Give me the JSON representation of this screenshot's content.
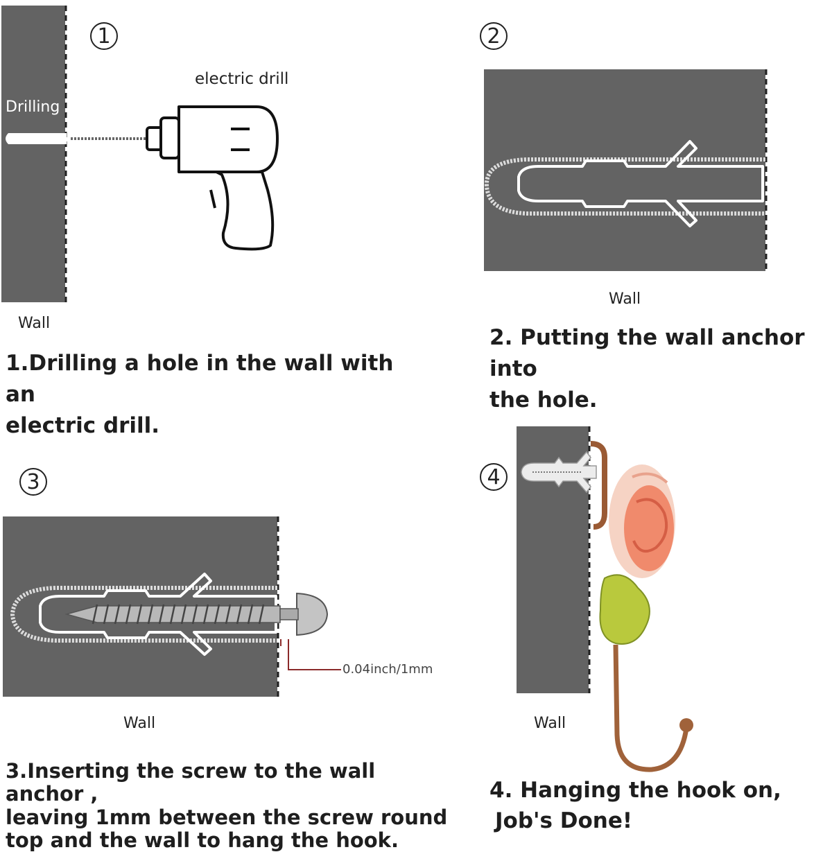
{
  "steps": [
    {
      "number": "1",
      "wall_label": "Wall",
      "drilling_label": "Drilling",
      "tool_label": "electric drill",
      "caption_line1": "1.Drilling a hole in the wall with an",
      "caption_line2": "electric drill."
    },
    {
      "number": "2",
      "wall_label": "Wall",
      "caption_line1": "2.  Putting the wall anchor into",
      "caption_line2": "the hole."
    },
    {
      "number": "3",
      "wall_label": "Wall",
      "gap_label": "0.04inch/1mm",
      "caption_line1": "3.Inserting the screw to the wall anchor ,",
      "caption_line2": "leaving 1mm between the screw round",
      "caption_line3": "top and the wall to hang the hook."
    },
    {
      "number": "4",
      "wall_label": "Wall",
      "caption_line1": "4. Hanging the hook on,",
      "caption_line2": "Job's Done!"
    }
  ],
  "colors": {
    "wall": "#636363",
    "hook": "#a0623a",
    "rose": "#f08a6c",
    "leaf": "#b9c93d",
    "gap_line": "#8b2a2a"
  }
}
